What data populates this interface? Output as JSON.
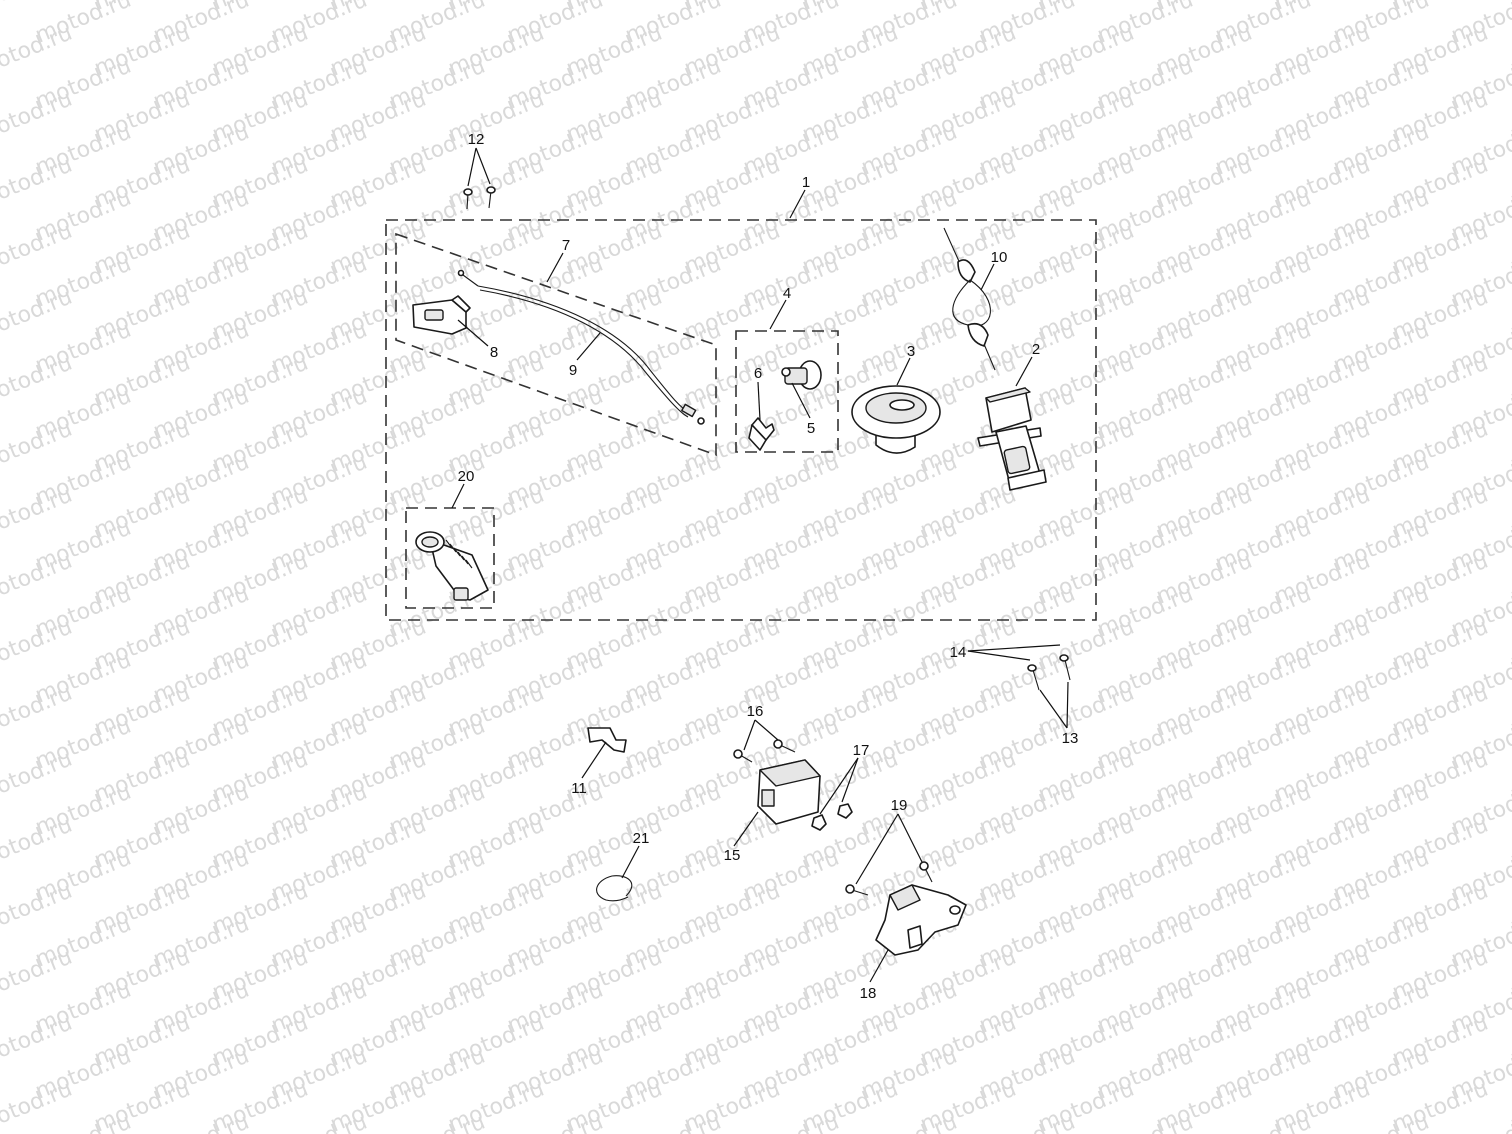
{
  "watermark": {
    "text": "motod.ru"
  },
  "callouts": {
    "c1": "1",
    "c2": "2",
    "c3": "3",
    "c4": "4",
    "c5": "5",
    "c6": "6",
    "c7": "7",
    "c8": "8",
    "c9": "9",
    "c10": "10",
    "c11": "11",
    "c12": "12",
    "c13": "13",
    "c14": "14",
    "c15": "15",
    "c16": "16",
    "c17": "17",
    "c18": "18",
    "c19": "19",
    "c20": "20",
    "c21": "21"
  }
}
